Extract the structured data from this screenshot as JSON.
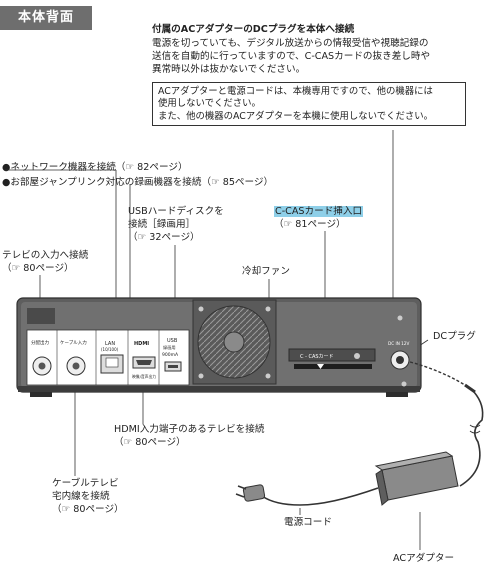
{
  "header": {
    "title": "本体背面"
  },
  "dc_plug_note": {
    "heading": "付属のACアダプターのDCプラグを本体へ接続",
    "lines": [
      "電源を切っていても、デジタル放送からの情報受信や視聴記録の",
      "送信を自動的に行っていますので、C-CASカードの抜き差し時や",
      "異常時以外は抜かないでください。"
    ]
  },
  "ac_note_box": {
    "lines": [
      "ACアダプターと電源コードは、本機専用ですので、他の機器には",
      "使用しないでください。",
      "また、他の機器のACアダプターを本機に使用しないでください。"
    ]
  },
  "callouts": {
    "network": "●ネットワーク機器を接続（☞ 82ページ）",
    "jump_link": "●お部屋ジャンプリンク対応の録画機器を接続（☞ 85ページ）",
    "usb_hdd": [
      "USBハードディスクを",
      "接続［録画用］",
      "（☞ 32ページ）"
    ],
    "ccas": [
      "C-CASカード挿入口",
      "（☞ 81ページ）"
    ],
    "tv_input": [
      "テレビの入力へ接続",
      "（☞ 80ページ）"
    ],
    "fan": "冷却ファン",
    "dc_plug": "DCプラグ",
    "hdmi": [
      "HDMI入力端子のあるテレビを接続",
      "（☞ 80ページ）"
    ],
    "cable_tv": [
      "ケーブルテレビ",
      "宅内線を接続",
      "（☞ 80ページ）"
    ],
    "power_cord": "電源コード",
    "ac_adapter": "ACアダプター"
  },
  "device_labels": {
    "out": "分配出力",
    "cable_in": "ケーブル入力",
    "lan": "LAN",
    "lan_sub": "(10/100)",
    "hdmi": "HDMI",
    "hdmi_sub": "映像/音声出力",
    "usb": "USB",
    "usb_sub": "録画用",
    "usb_current": "900mA",
    "ccas": "C - CASカード",
    "dc_in": "DC IN 12V"
  }
}
